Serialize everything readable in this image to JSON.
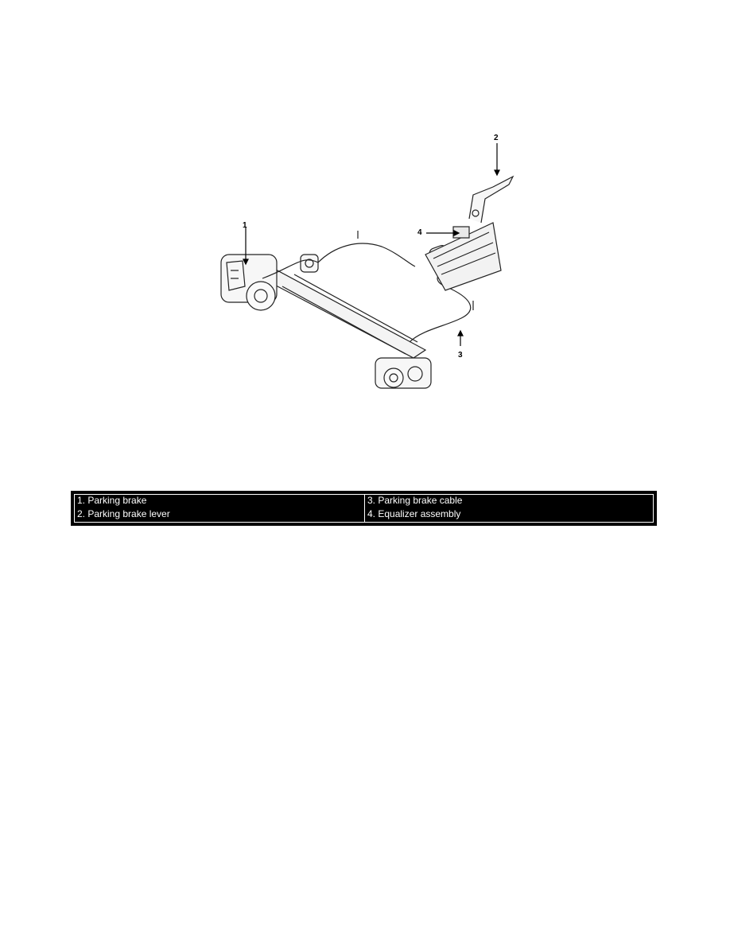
{
  "figure": {
    "callouts": [
      "1",
      "2",
      "3",
      "4"
    ]
  },
  "legend": {
    "rows": [
      [
        "1. Parking brake",
        "3. Parking brake cable"
      ],
      [
        "2. Parking brake lever",
        "4. Equalizer assembly"
      ]
    ]
  }
}
